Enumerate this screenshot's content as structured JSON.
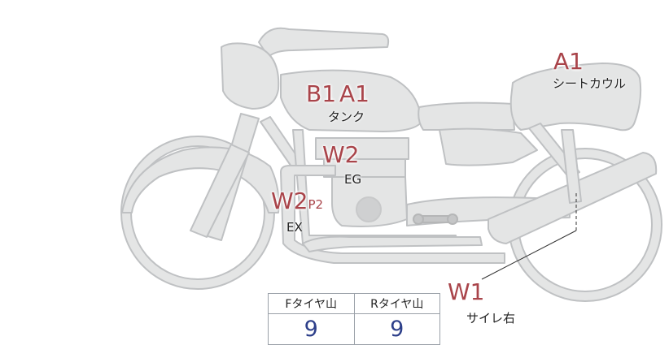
{
  "markers": {
    "b1": "B1",
    "a1_tank": "A1",
    "a1_seat": "A1",
    "w2_eg": "W2",
    "w2_ex": "W2",
    "w2_ex_sub": "P2",
    "w1": "W1"
  },
  "labels": {
    "tank": "タンク",
    "seat_cowl": "シートカウル",
    "eg": "EG",
    "ex": "EX",
    "silencer_right": "サイレ右"
  },
  "tire_table": {
    "front_header": "Fタイヤ山",
    "rear_header": "Rタイヤ山",
    "front_value": "9",
    "rear_value": "9"
  },
  "colors": {
    "part_fill": "#e4e5e5",
    "part_stroke": "#bfc1c3",
    "marker_red": "#a9444a",
    "value_blue": "#2d3f8a"
  }
}
